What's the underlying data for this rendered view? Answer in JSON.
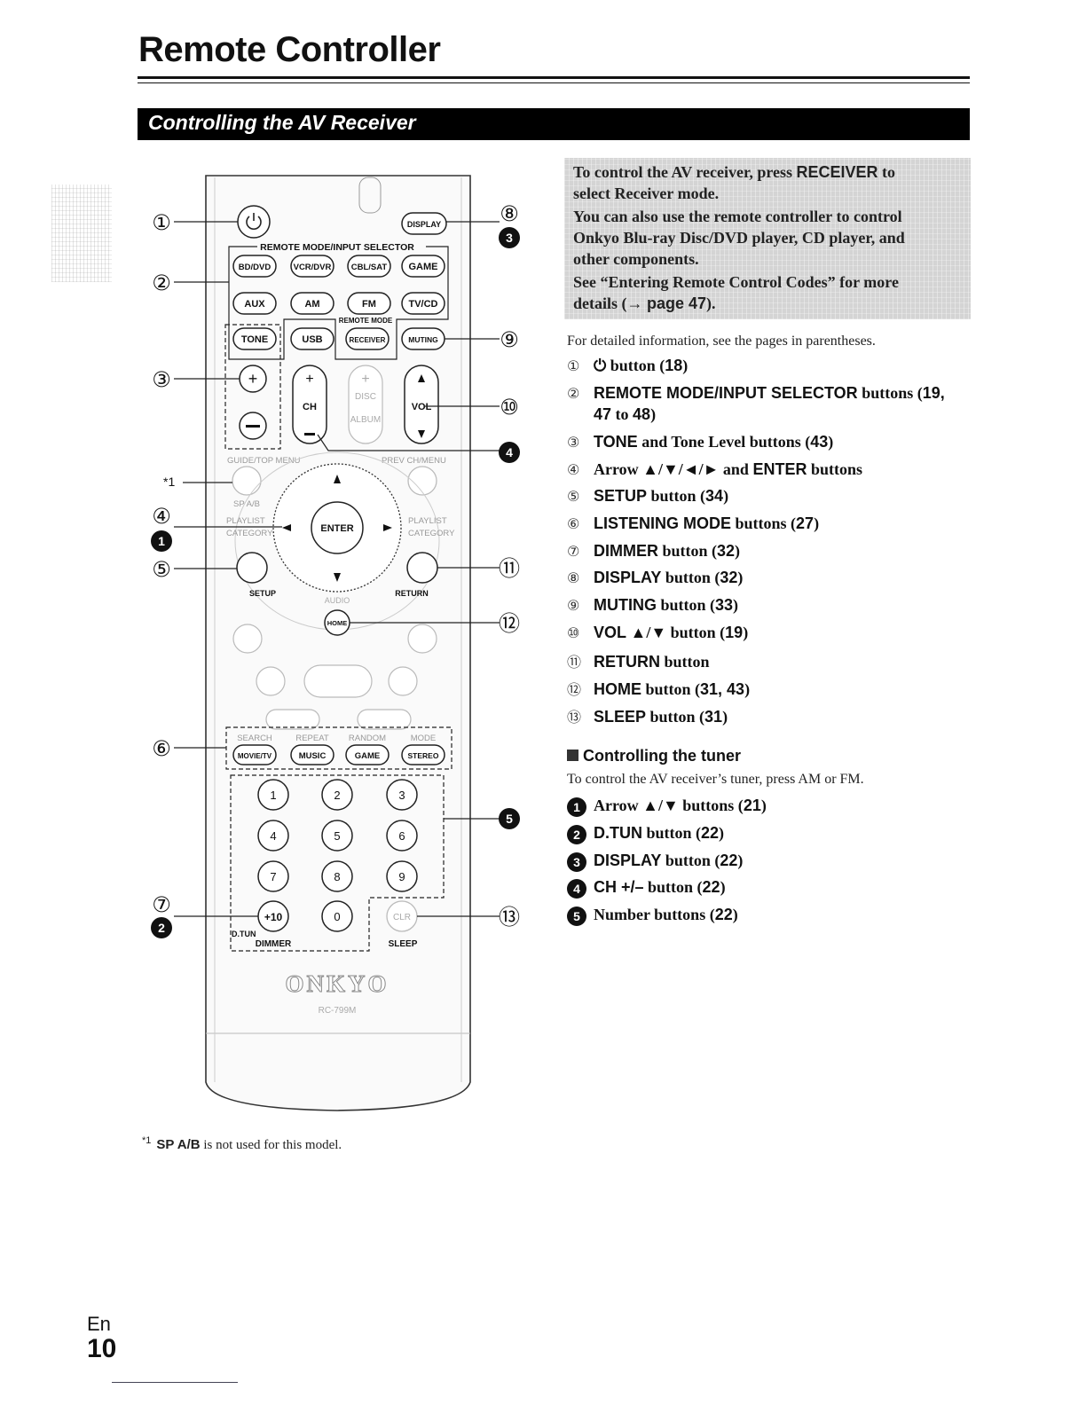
{
  "page_title": "Remote Controller",
  "section_title": "Controlling the AV Receiver",
  "note_box": {
    "lines": [
      {
        "pre": "To control the AV receiver, press ",
        "key": "RECEIVER",
        "post": " to"
      },
      {
        "pre": "select Receiver mode.",
        "key": "",
        "post": ""
      },
      {
        "pre": "You can also use the remote controller to control",
        "key": "",
        "post": ""
      },
      {
        "pre": "Onkyo Blu-ray Disc/DVD player, CD player, and",
        "key": "",
        "post": ""
      },
      {
        "pre": "other components.",
        "key": "",
        "post": ""
      },
      {
        "pre": "See “Entering Remote Control Codes” for more",
        "key": "",
        "post": ""
      },
      {
        "pre": "details (→ ",
        "key": "page 47",
        "post": ")."
      }
    ]
  },
  "intro": "For detailed information, see the pages in parentheses.",
  "items": [
    {
      "num": "①",
      "parts": [
        {
          "t": "⏻",
          "s": "ser"
        },
        {
          "t": " button (",
          "s": "ser"
        },
        {
          "t": "18",
          "s": "pgs"
        },
        {
          "t": ")",
          "s": "ser"
        }
      ]
    },
    {
      "num": "②",
      "parts": [
        {
          "t": "REMOTE MODE/INPUT SELECTOR",
          "s": "bold"
        },
        {
          "t": " buttons (",
          "s": "ser"
        },
        {
          "t": "19,",
          "s": "pgs"
        }
      ]
    },
    {
      "num": "",
      "parts": [
        {
          "t": "47",
          "s": "pgs"
        },
        {
          "t": " to ",
          "s": "ser"
        },
        {
          "t": "48",
          "s": "pgs"
        },
        {
          "t": ")",
          "s": "ser"
        }
      ]
    },
    {
      "num": "③",
      "parts": [
        {
          "t": "TONE",
          "s": "bold"
        },
        {
          "t": " and Tone Level buttons (",
          "s": "ser"
        },
        {
          "t": "43",
          "s": "pgs"
        },
        {
          "t": ")",
          "s": "ser"
        }
      ]
    },
    {
      "num": "④",
      "parts": [
        {
          "t": "Arrow ▲/▼/◄/► and ",
          "s": "ser"
        },
        {
          "t": "ENTER",
          "s": "bold"
        },
        {
          "t": " buttons",
          "s": "ser"
        }
      ]
    },
    {
      "num": "⑤",
      "parts": [
        {
          "t": "SETUP",
          "s": "bold"
        },
        {
          "t": " button (",
          "s": "ser"
        },
        {
          "t": "34",
          "s": "pgs"
        },
        {
          "t": ")",
          "s": "ser"
        }
      ]
    },
    {
      "num": "⑥",
      "parts": [
        {
          "t": "LISTENING MODE",
          "s": "bold"
        },
        {
          "t": " buttons (",
          "s": "ser"
        },
        {
          "t": "27",
          "s": "pgs"
        },
        {
          "t": ")",
          "s": "ser"
        }
      ]
    },
    {
      "num": "⑦",
      "parts": [
        {
          "t": "DIMMER",
          "s": "bold"
        },
        {
          "t": " button (",
          "s": "ser"
        },
        {
          "t": "32",
          "s": "pgs"
        },
        {
          "t": ")",
          "s": "ser"
        }
      ]
    },
    {
      "num": "⑧",
      "parts": [
        {
          "t": "DISPLAY",
          "s": "bold"
        },
        {
          "t": " button (",
          "s": "ser"
        },
        {
          "t": "32",
          "s": "pgs"
        },
        {
          "t": ")",
          "s": "ser"
        }
      ]
    },
    {
      "num": "⑨",
      "parts": [
        {
          "t": "MUTING",
          "s": "bold"
        },
        {
          "t": " button (",
          "s": "ser"
        },
        {
          "t": "33",
          "s": "pgs"
        },
        {
          "t": ")",
          "s": "ser"
        }
      ]
    },
    {
      "num": "⑩",
      "parts": [
        {
          "t": "VOL",
          "s": "bold"
        },
        {
          "t": " ▲/▼ button (",
          "s": "ser"
        },
        {
          "t": "19",
          "s": "pgs"
        },
        {
          "t": ")",
          "s": "ser"
        }
      ]
    },
    {
      "num": "⑪",
      "parts": [
        {
          "t": "RETURN",
          "s": "bold"
        },
        {
          "t": " button",
          "s": "ser"
        }
      ]
    },
    {
      "num": "⑫",
      "parts": [
        {
          "t": "HOME",
          "s": "bold"
        },
        {
          "t": " button (",
          "s": "ser"
        },
        {
          "t": "31, 43",
          "s": "pgs"
        },
        {
          "t": ")",
          "s": "ser"
        }
      ]
    },
    {
      "num": "⑬",
      "parts": [
        {
          "t": "SLEEP",
          "s": "bold"
        },
        {
          "t": " button (",
          "s": "ser"
        },
        {
          "t": "31",
          "s": "pgs"
        },
        {
          "t": ")",
          "s": "ser"
        }
      ]
    }
  ],
  "tuner": {
    "heading": "Controlling the tuner",
    "intro_parts": [
      {
        "t": "To control the AV receiver’s tuner, press ",
        "s": "ser"
      },
      {
        "t": "AM",
        "s": "bold"
      },
      {
        "t": " or ",
        "s": "ser"
      },
      {
        "t": "FM",
        "s": "bold"
      },
      {
        "t": ".",
        "s": "ser"
      }
    ],
    "items": [
      {
        "num": "1",
        "parts": [
          {
            "t": "Arrow ▲/▼ buttons (",
            "s": "ser"
          },
          {
            "t": "21",
            "s": "pgs"
          },
          {
            "t": ")",
            "s": "ser"
          }
        ]
      },
      {
        "num": "2",
        "parts": [
          {
            "t": "D.TUN",
            "s": "bold"
          },
          {
            "t": " button (",
            "s": "ser"
          },
          {
            "t": "22",
            "s": "pgs"
          },
          {
            "t": ")",
            "s": "ser"
          }
        ]
      },
      {
        "num": "3",
        "parts": [
          {
            "t": "DISPLAY",
            "s": "bold"
          },
          {
            "t": " button (",
            "s": "ser"
          },
          {
            "t": "22",
            "s": "pgs"
          },
          {
            "t": ")",
            "s": "ser"
          }
        ]
      },
      {
        "num": "4",
        "parts": [
          {
            "t": "CH +/–",
            "s": "bold"
          },
          {
            "t": " button (",
            "s": "ser"
          },
          {
            "t": "22",
            "s": "pgs"
          },
          {
            "t": ")",
            "s": "ser"
          }
        ]
      },
      {
        "num": "5",
        "parts": [
          {
            "t": "Number buttons (",
            "s": "ser"
          },
          {
            "t": "22",
            "s": "pgs"
          },
          {
            "t": ")",
            "s": "ser"
          }
        ]
      }
    ]
  },
  "footnote": {
    "mark": "*1",
    "bold": "SP A/B",
    "text": " is not used for this model."
  },
  "lang": "En",
  "page_number": "10",
  "remote": {
    "brand": "ONKYO",
    "model": "RC-799M",
    "labels": {
      "selector_title": "REMOTE MODE/INPUT SELECTOR",
      "remote_mode": "REMOTE MODE",
      "guide": "GUIDE/TOP MENU",
      "prev": "PREV CH/MENU",
      "spab": "SP A/B",
      "playlist_l": "PLAYLIST",
      "category_l": "CATEGORY",
      "playlist_r": "PLAYLIST",
      "category_r": "CATEGORY",
      "enter": "ENTER",
      "setup": "SETUP",
      "return": "RETURN",
      "audio": "AUDIO",
      "home": "HOME",
      "ch": "CH",
      "vol": "VOL",
      "disc": "DISC",
      "album": "ALBUM",
      "search": "SEARCH",
      "repeat": "REPEAT",
      "random": "RANDOM",
      "mode": "MODE",
      "dtun": "D.TUN",
      "dimmer": "DIMMER",
      "sleep": "SLEEP",
      "star1": "*1"
    },
    "buttons": {
      "display": "DISPLAY",
      "bd_dvd": "BD/DVD",
      "vcr_dvr": "VCR/DVR",
      "cbl_sat": "CBL/SAT",
      "game": "GAME",
      "aux": "AUX",
      "am": "AM",
      "fm": "FM",
      "tv_cd": "TV/CD",
      "tone": "TONE",
      "usb": "USB",
      "receiver": "RECEIVER",
      "muting": "MUTING",
      "movie_tv": "MOVIE/TV",
      "music": "MUSIC",
      "game2": "GAME",
      "stereo": "STEREO",
      "clr": "CLR"
    },
    "digits": [
      "1",
      "2",
      "3",
      "4",
      "5",
      "6",
      "7",
      "8",
      "9",
      "+10",
      "0"
    ],
    "callouts": {
      "c1": "①",
      "c2": "②",
      "c3": "③",
      "c4": "④",
      "c5": "⑤",
      "c6": "⑥",
      "c7": "⑦",
      "c8": "⑧",
      "c9": "⑨",
      "c10": "⑩",
      "c11": "⑪",
      "c12": "⑫",
      "c13": "⑬",
      "b1": "1",
      "b2": "2",
      "b3": "3",
      "b4": "4",
      "b5": "5"
    }
  }
}
